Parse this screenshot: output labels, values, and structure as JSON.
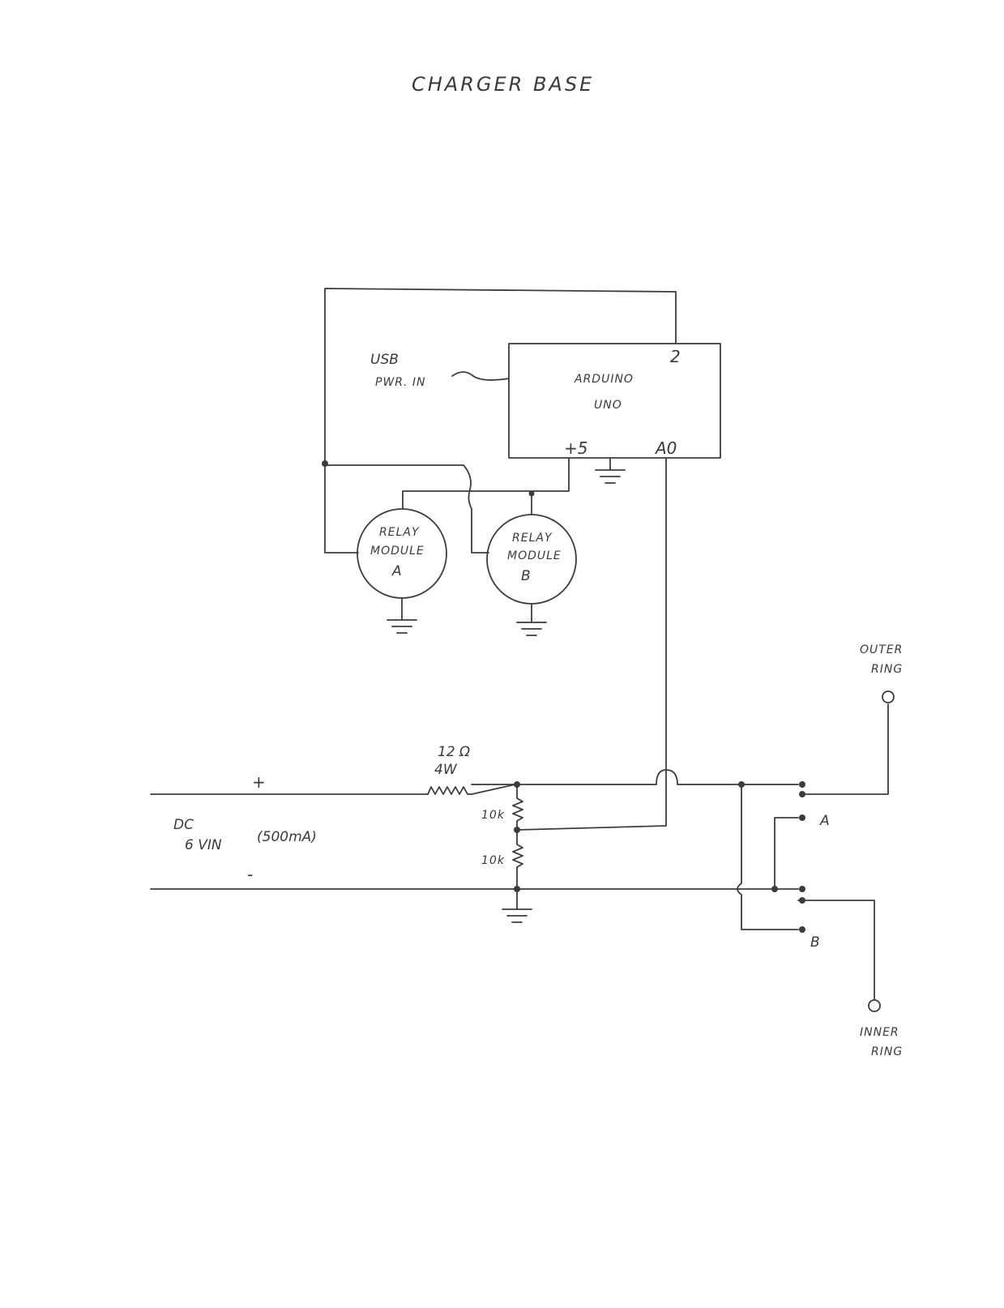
{
  "title": "CHARGER BASE",
  "usb": {
    "line1": "USB",
    "line2": "PWR. IN"
  },
  "arduino": {
    "name_line1": "ARDUINO",
    "name_line2": "UNO",
    "pin_d2": "2",
    "pin_5v": "+5",
    "pin_a0": "A0"
  },
  "relay_a": {
    "line1": "RELAY",
    "line2": "MODULE",
    "line3": "A"
  },
  "relay_b": {
    "line1": "RELAY",
    "line2": "MODULE",
    "line3": "B"
  },
  "resistor_main": {
    "value": "12 Ω",
    "power": "4W"
  },
  "divider": {
    "r_top": "10k",
    "r_bottom": "10k"
  },
  "supply": {
    "plus": "+",
    "minus": "-",
    "line1": "DC",
    "line2": "6 VIN",
    "current": "(500mA)"
  },
  "contacts": {
    "a": "A",
    "b": "B"
  },
  "outer_ring": {
    "line1": "OUTER",
    "line2": "RING"
  },
  "inner_ring": {
    "line1": "INNER",
    "line2": "RING"
  }
}
